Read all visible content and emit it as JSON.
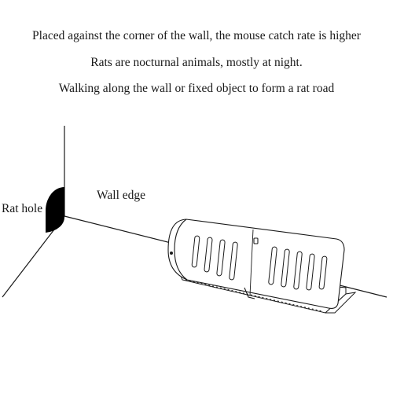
{
  "captions": [
    "Placed against the corner of the wall, the mouse catch rate is higher",
    "Rats are nocturnal animals, mostly at night.",
    "Walking along the wall or fixed object to form a rat road"
  ],
  "labels": {
    "rat_hole": "Rat hole",
    "wall_edge": "Wall edge"
  },
  "colors": {
    "line": "#1a1a1a",
    "hole": "#000000",
    "trap_fill": "#ffffff"
  }
}
